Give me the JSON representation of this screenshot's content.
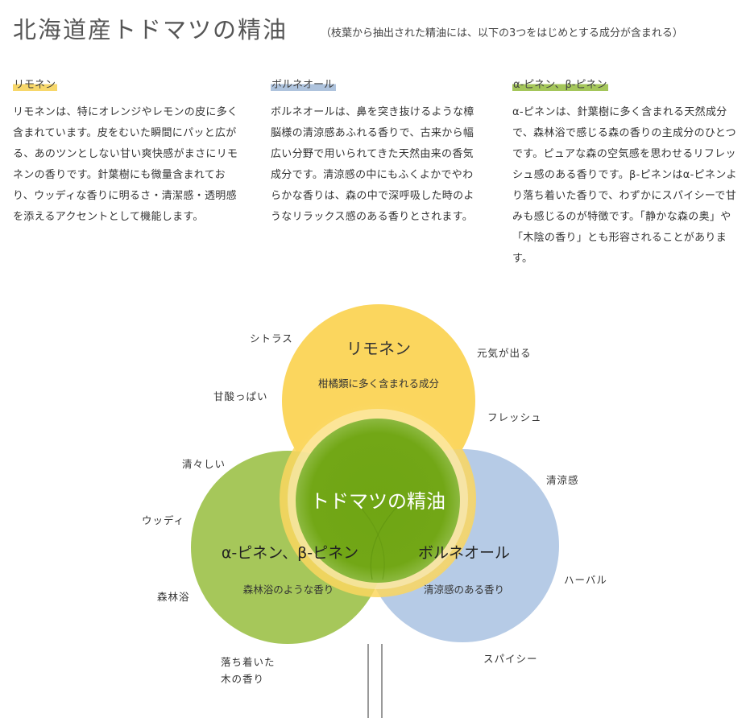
{
  "header": {
    "title": "北海道産トドマツの精油",
    "subtitle": "（枝葉から抽出された精油には、以下の3つをはじめとする成分が含まれる）"
  },
  "columns": [
    {
      "heading": "リモネン",
      "highlight": "#f7d76a",
      "body": "リモネンは、特にオレンジやレモンの皮に多く含まれています。皮をむいた瞬間にパッと広がる、あのツンとしない甘い爽快感がまさにリモネンの香りです。針葉樹にも微量含まれており、ウッディな香りに明るさ・清潔感・透明感を添えるアクセントとして機能します。"
    },
    {
      "heading": "ボルネオール",
      "highlight": "#aec3dd",
      "body": "ボルネオールは、鼻を突き抜けるような樟脳様の清涼感あふれる香りで、古来から幅広い分野で用いられてきた天然由来の香気成分です。清涼感の中にもふくよかでやわらかな香りは、森の中で深呼吸した時のようなリラックス感のある香りとされます。"
    },
    {
      "heading": "α-ピネン、β-ピネン",
      "highlight": "#a4c65a",
      "body": "α-ピネンは、針葉樹に多く含まれる天然成分で、森林浴で感じる森の香りの主成分のひとつです。ピュアな森の空気感を思わせるリフレッシュ感のある香りです。β-ピネンはα-ピネンより落ち着いた香りで、わずかにスパイシーで甘みも感じるのが特徴です。「静かな森の奥」や「木陰の香り」とも形容されることがあります。"
    }
  ],
  "diagram": {
    "center_label": "トドマツの精油",
    "circles": [
      {
        "name": "リモネン",
        "description": "柑橘類に多く含まれる成分",
        "color": "#fbd65e"
      },
      {
        "name": "α-ピネン、β-ピネン",
        "description": "森林浴のような香り",
        "color": "#a6c75a"
      },
      {
        "name": "ボルネオール",
        "description": "清涼感のある香り",
        "color": "#b6cbe6"
      }
    ],
    "center_color": "#6fa514",
    "keywords": {
      "citrus": "シトラス",
      "genki": "元気が出る",
      "amasuppai": "甘酸っぱい",
      "fresh": "フレッシュ",
      "sugasugashii": "清々しい",
      "seiryoukan": "清涼感",
      "woody": "ウッディ",
      "herbal": "ハーバル",
      "shinrinyoku": "森林浴",
      "spicy": "スパイシー",
      "ochitsuki_1": "落ち着いた",
      "ochitsuki_2": "木の香り"
    }
  }
}
